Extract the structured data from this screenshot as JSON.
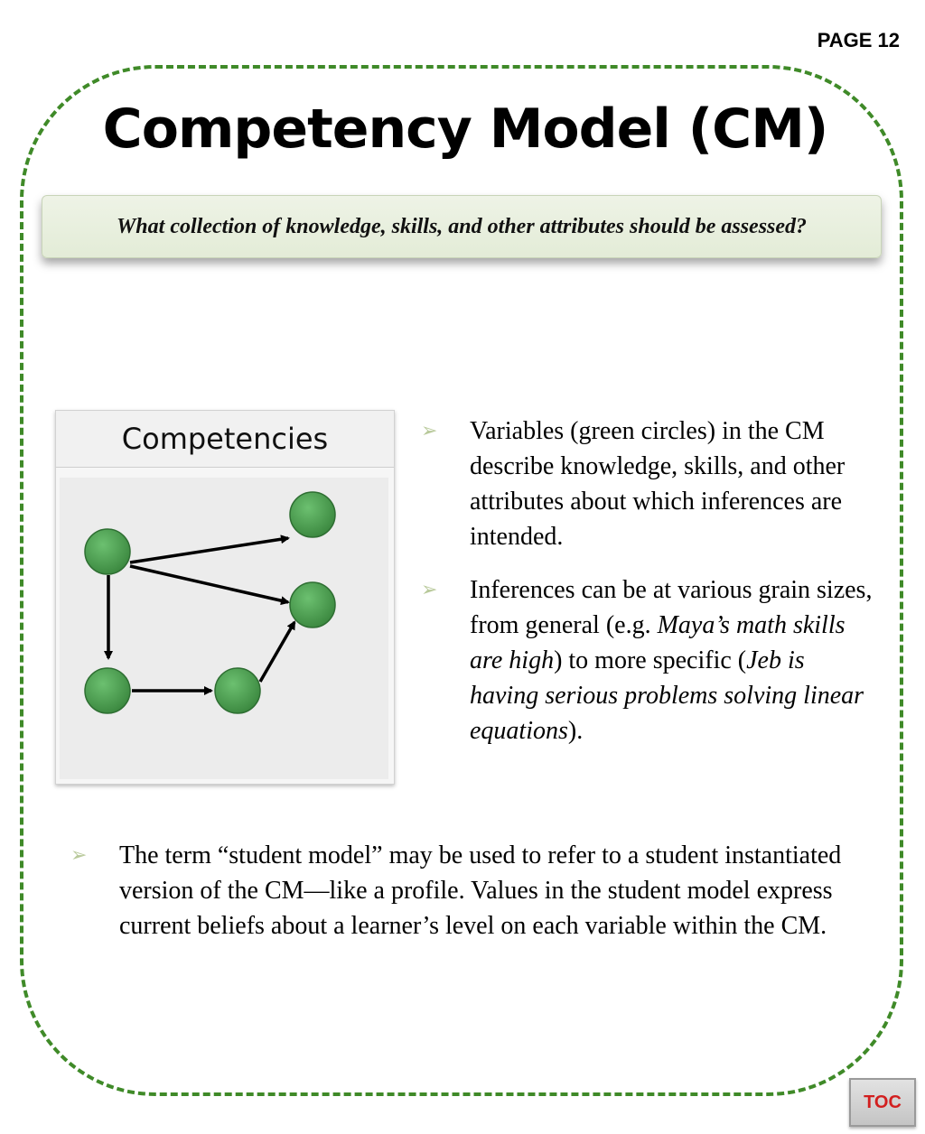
{
  "page_label": "PAGE 12",
  "title": "Competency Model (CM)",
  "question": "What collection of knowledge, skills, and other attributes should be assessed?",
  "figure": {
    "header": "Competencies",
    "node_color": "#4a9e4e"
  },
  "bullets_right": [
    {
      "parts": [
        {
          "text": "Variables (green circles) in the CM describe knowledge, skills, and other attributes about which inferences are intended.",
          "italic": false
        }
      ]
    },
    {
      "parts": [
        {
          "text": "Inferences can be at various grain sizes, from general (e.g. ",
          "italic": false
        },
        {
          "text": "Maya’s math skills are high",
          "italic": true
        },
        {
          "text": ") to more specific (",
          "italic": false
        },
        {
          "text": "Jeb is having serious problems solving linear equations",
          "italic": true
        },
        {
          "text": ").",
          "italic": false
        }
      ]
    }
  ],
  "bullets_bottom": [
    {
      "parts": [
        {
          "text": "The term “student model” may be used to refer to a student instantiated version of the CM—like a profile. Values in the student model express current beliefs about a learner’s level on each variable within the CM.",
          "italic": false
        }
      ]
    }
  ],
  "toc_label": "TOC",
  "bullet_glyph": "➢",
  "accent_color": "#3f8a28"
}
